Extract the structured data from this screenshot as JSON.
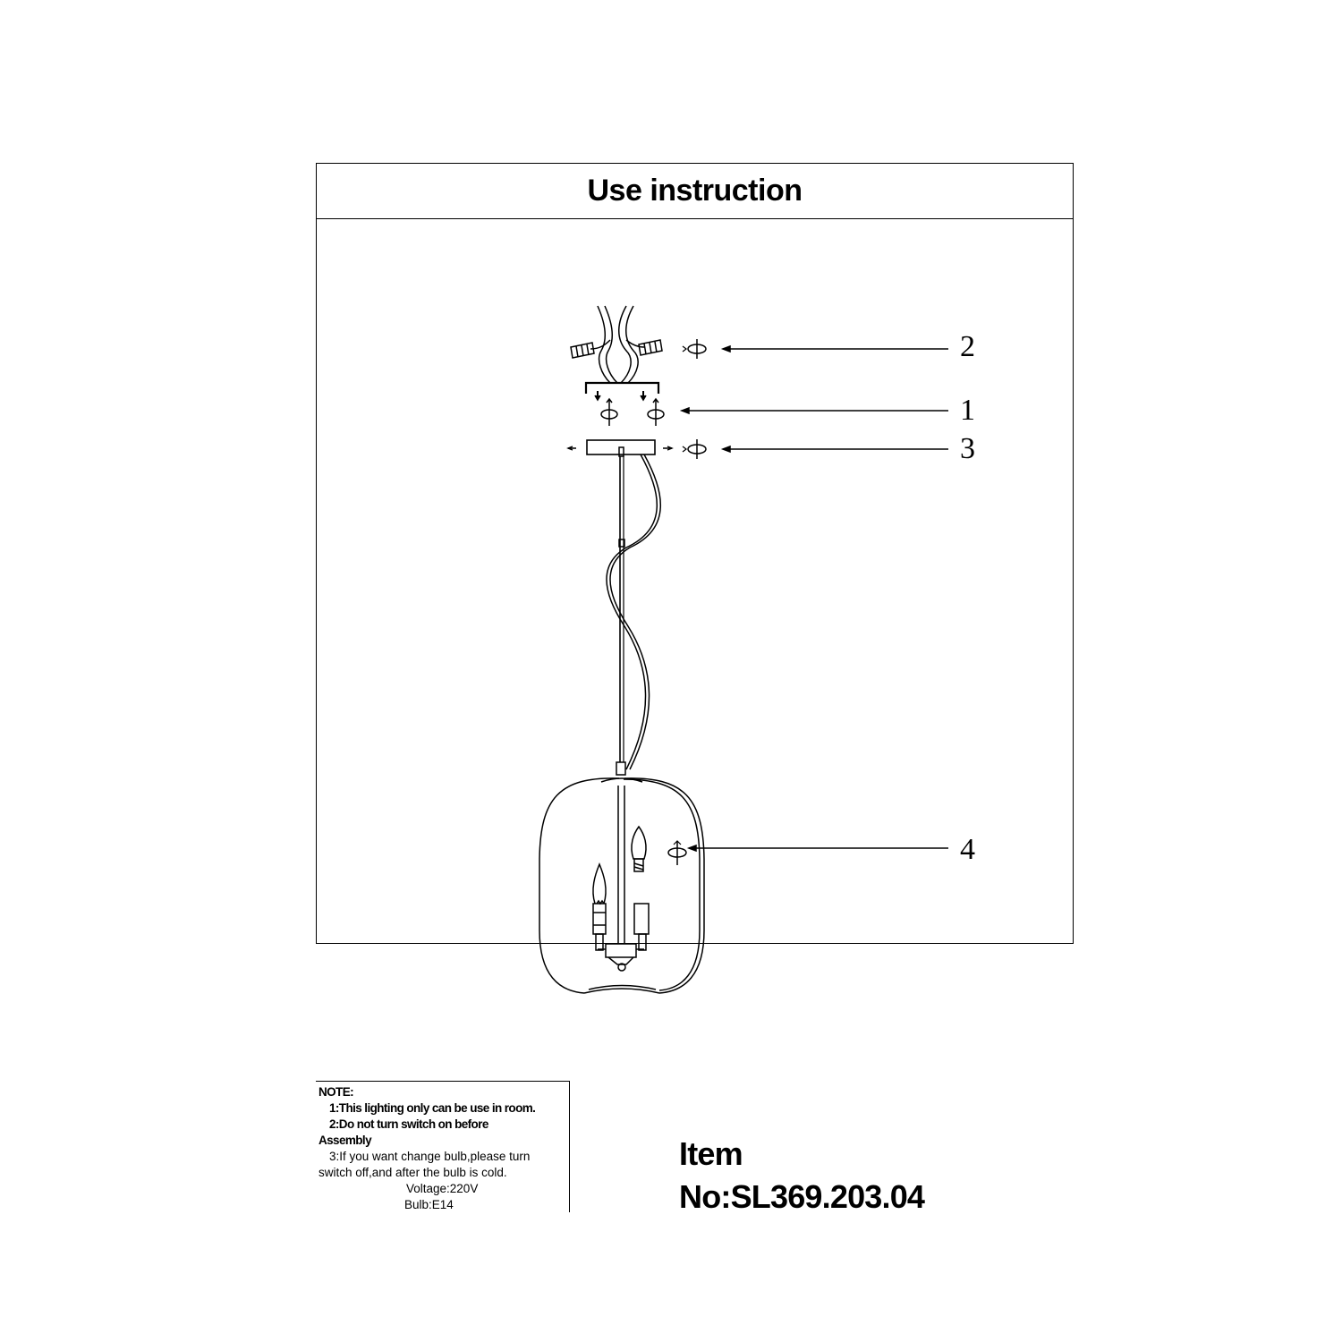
{
  "title": "Use instruction",
  "callouts": [
    "2",
    "1",
    "3",
    "4"
  ],
  "note": {
    "heading": "NOTE:",
    "line1": "1:This lighting only can be use in room.",
    "line2a": "2:Do not turn switch on before",
    "line2b": "Assembly",
    "line3a": "3:If you want change bulb,please turn",
    "line3b": "switch off,and after the bulb is cold.",
    "voltage": "Voltage:220V",
    "bulb": "Bulb:E14"
  },
  "item": {
    "line1": "Item",
    "line2": "No:SL369.203.04"
  }
}
